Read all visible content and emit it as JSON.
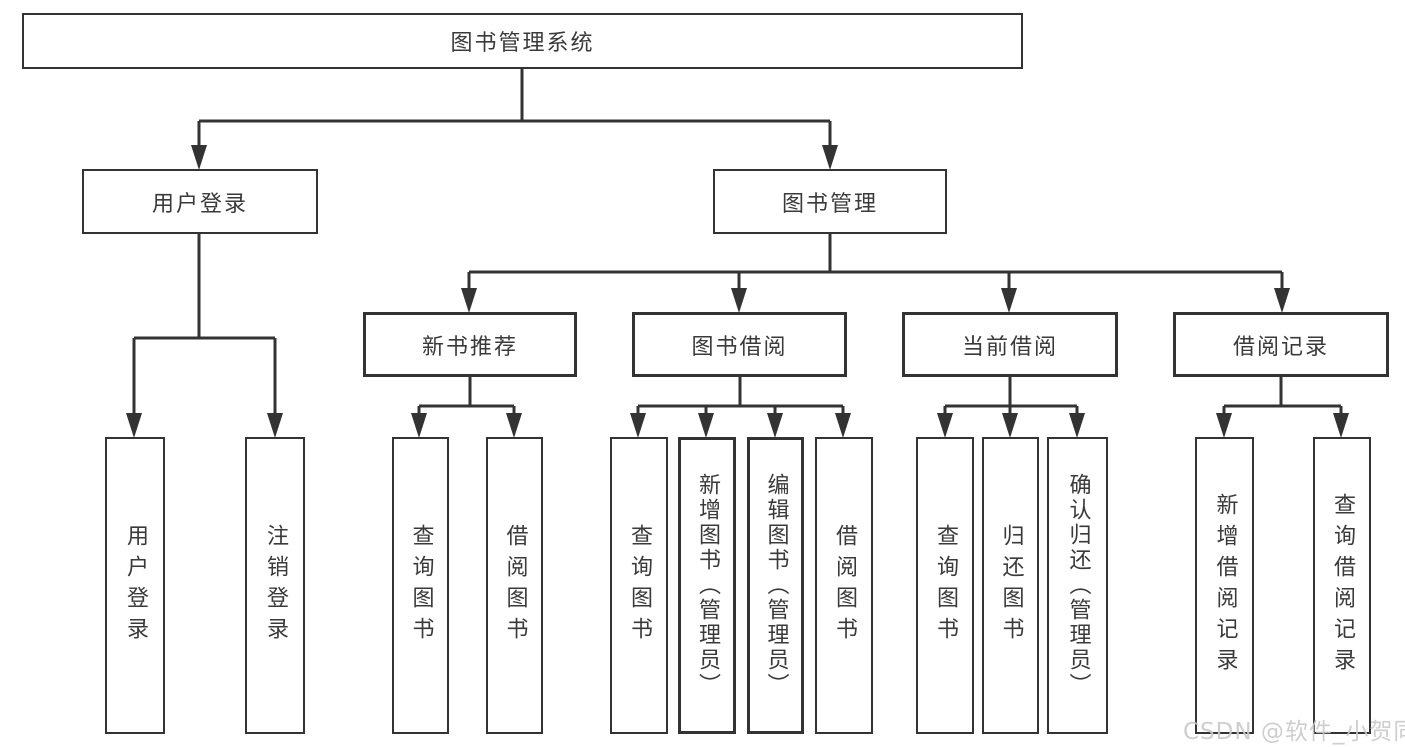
{
  "diagram_type": "tree",
  "tree": {
    "root": {
      "label": "图书管理系统",
      "children": [
        {
          "label": "用户登录",
          "children": [
            {
              "label": "用户登录"
            },
            {
              "label": "注销登录"
            }
          ]
        },
        {
          "label": "图书管理",
          "children": [
            {
              "label": "新书推荐",
              "children": [
                {
                  "label": "查询图书"
                },
                {
                  "label": "借阅图书"
                }
              ]
            },
            {
              "label": "图书借阅",
              "children": [
                {
                  "label": "查询图书"
                },
                {
                  "label": "新增图书（管理员）"
                },
                {
                  "label": "编辑图书（管理员）"
                },
                {
                  "label": "借阅图书"
                }
              ]
            },
            {
              "label": "当前借阅",
              "children": [
                {
                  "label": "查询图书"
                },
                {
                  "label": "归还图书"
                },
                {
                  "label": "确认归还（管理员）"
                }
              ]
            },
            {
              "label": "借阅记录",
              "children": [
                {
                  "label": "新增借阅记录"
                },
                {
                  "label": "查询借阅记录"
                }
              ]
            }
          ]
        }
      ]
    }
  },
  "watermark": {
    "text": "CSDN @软件_小贺同学"
  },
  "colors": {
    "line": "#333333",
    "box_border": "#333333",
    "text": "#3a3a3a",
    "watermark": "#c9c9c9",
    "background": "#ffffff"
  }
}
